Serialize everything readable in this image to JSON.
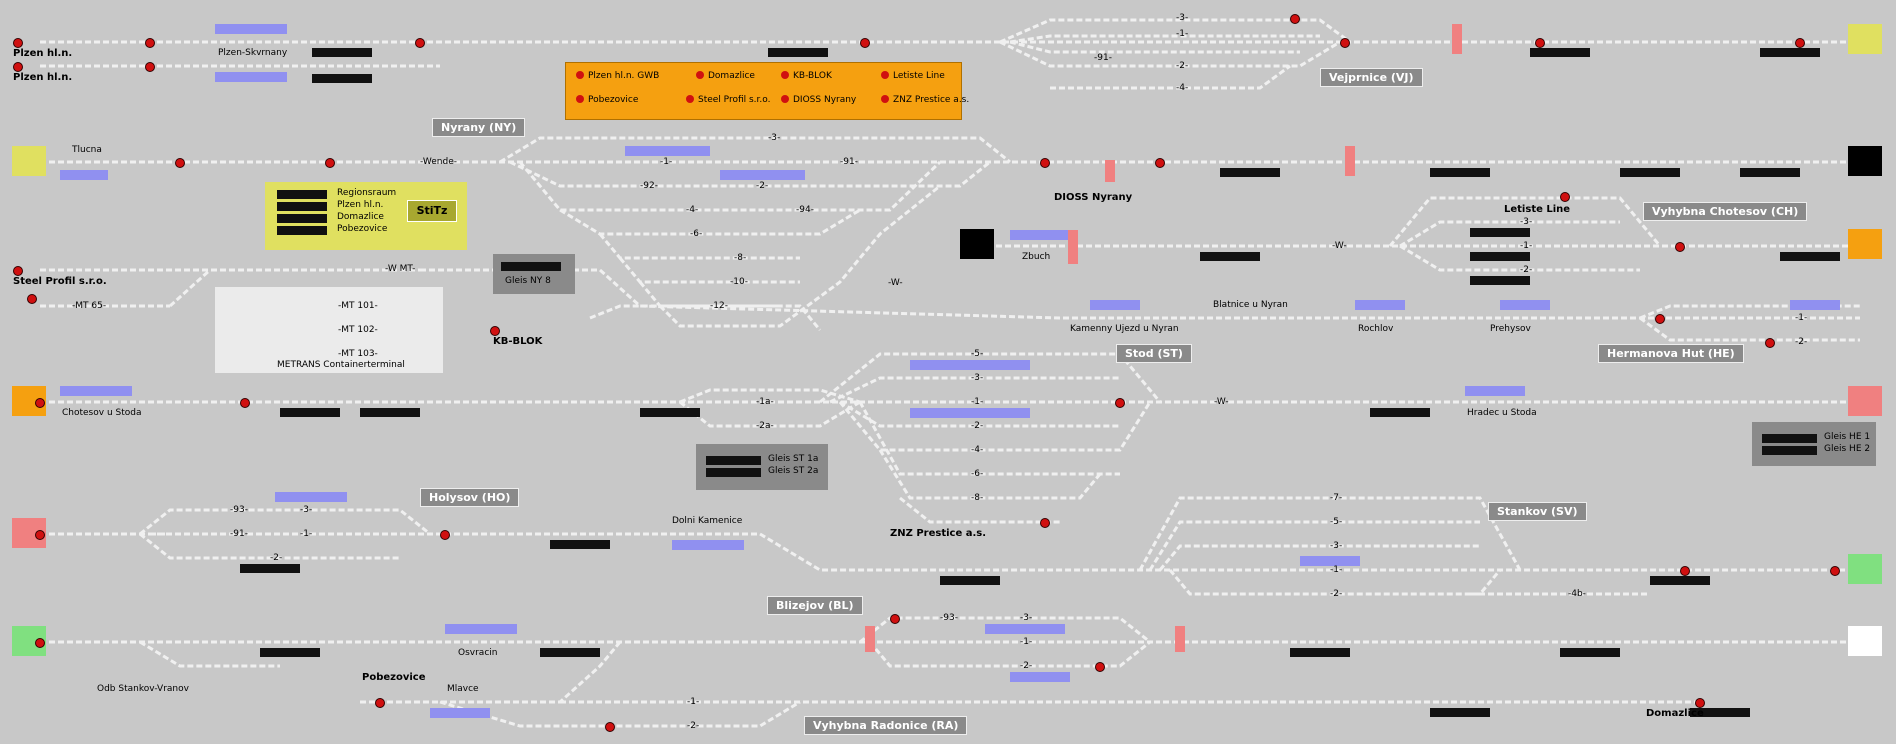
{
  "stations": {
    "plzen1": "Plzen hl.n.",
    "plzen2": "Plzen hl.n.",
    "plzen_skvrnany": "Plzen-Skvrnany",
    "vejprnice": "Vejprnice (VJ)",
    "nyrany": "Nyrany (NY)",
    "tlucna": "Tlucna",
    "wende": "-Wende-",
    "dioss_nyrany": "DIOSS Nyrany",
    "letiste_line": "Letiste Line",
    "vyhybna_chotesov": "Vyhybna Chotesov (CH)",
    "zbuch": "Zbuch",
    "steel_profil": "Steel Profil s.r.o.",
    "gleis_ny8": "Gleis NY 8",
    "kb_blok": "KB-BLOK",
    "mt65": "-MT 65-",
    "wmt": "-W MT-",
    "mt101": "-MT 101-",
    "mt102": "-MT 102-",
    "mt103": "-MT 103-",
    "metrans": "METRANS Containerterminal",
    "kamenny_ujezd": "Kamenny Ujezd u Nyran",
    "blatnice": "Blatnice u Nyran",
    "rochlov": "Rochlov",
    "prehysov": "Prehysov",
    "hermanova_hut": "Hermanova Hut (HE)",
    "stod": "Stod (ST)",
    "chotesov_u_stoda": "Chotesov u Stoda",
    "hradec_u_stoda": "Hradec u Stoda",
    "gleis_st1a": "Gleis  ST 1a",
    "gleis_st2a": "Gleis  ST 2a",
    "gleis_he1": "Gleis  HE 1",
    "gleis_he2": "Gleis  HE 2",
    "holysov": "Holysov (HO)",
    "dolni_kamenice": "Dolni Kamenice",
    "znz_prestice": "ZNZ Prestice a.s.",
    "stankov": "Stankov (SV)",
    "blizejov": "Blizejov (BL)",
    "osvracin": "Osvracin",
    "pobezovice": "Pobezovice",
    "odb_stankov": "Odb Stankov-Vranov",
    "mlavce": "Mlavce",
    "vyhybna_radonice": "Vyhybna Radonice (RA)",
    "domazlice": "Domazlice",
    "stitz": "StiTz",
    "wwa": "-W-",
    "wwb": "-W-",
    "wwc": "-W-"
  },
  "orange_panel": {
    "items": [
      "Plzen hl.n. GWB",
      "Domazlice",
      "KB-BLOK",
      "Letiste Line",
      "Pobezovice",
      "Steel Profil s.r.o.",
      "DIOSS Nyrany",
      "ZNZ Prestice a.s."
    ]
  },
  "yellow_panel": {
    "items": [
      "Regionsraum",
      "Plzen hl.n.",
      "Domazlice",
      "Pobezovice"
    ]
  },
  "track_numbers": [
    "-3-",
    "-1-",
    "-91-",
    "-2-",
    "-92-",
    "-4-",
    "-94-",
    "-6-",
    "-8-",
    "-10-",
    "-12-",
    "-5-",
    "-7-",
    "-93-",
    "-1a-",
    "-2a-",
    "-4b-"
  ],
  "colors": {
    "background": "#c8c8c8",
    "orange": "#f5a010",
    "yellow": "#e0e060",
    "red_end": "#f08080",
    "green_end": "#80e080",
    "track_occupied": "#9090f0",
    "signal_red": "#d01010"
  }
}
